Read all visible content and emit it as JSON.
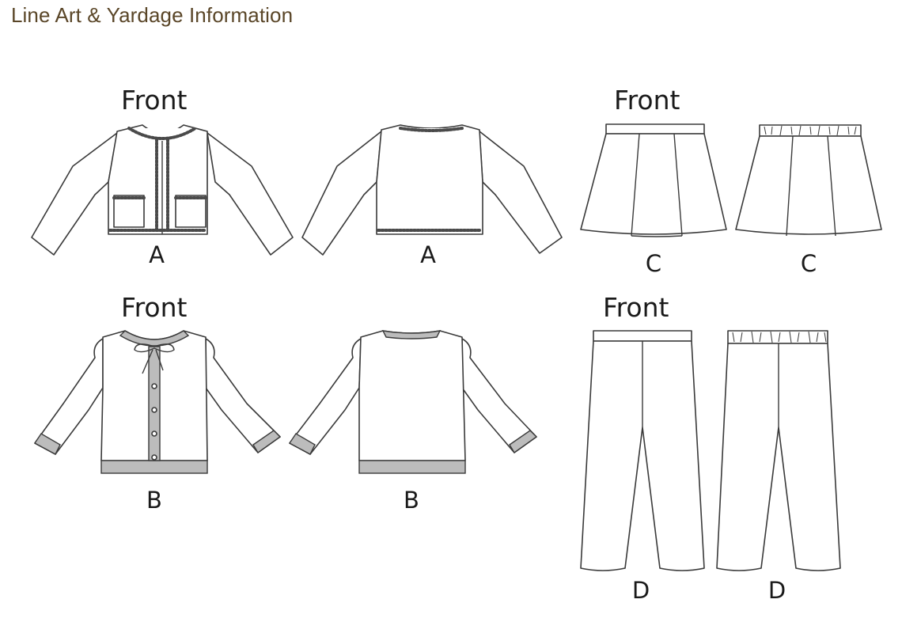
{
  "header": {
    "title": "Line Art & Yardage Information"
  },
  "views": {
    "a_front": {
      "heading": "Front",
      "label": "A"
    },
    "a_back": {
      "label": "A"
    },
    "b_front": {
      "heading": "Front",
      "label": "B"
    },
    "b_back": {
      "label": "B"
    },
    "c_front": {
      "heading": "Front",
      "label": "C"
    },
    "c_back": {
      "label": "C"
    },
    "d_front": {
      "heading": "Front",
      "label": "D"
    },
    "d_back": {
      "label": "D"
    }
  },
  "colors": {
    "title": "#5a4628",
    "line": "#3a3a3a",
    "band": "#bcbcbc",
    "trim": "#9a9a9a"
  }
}
